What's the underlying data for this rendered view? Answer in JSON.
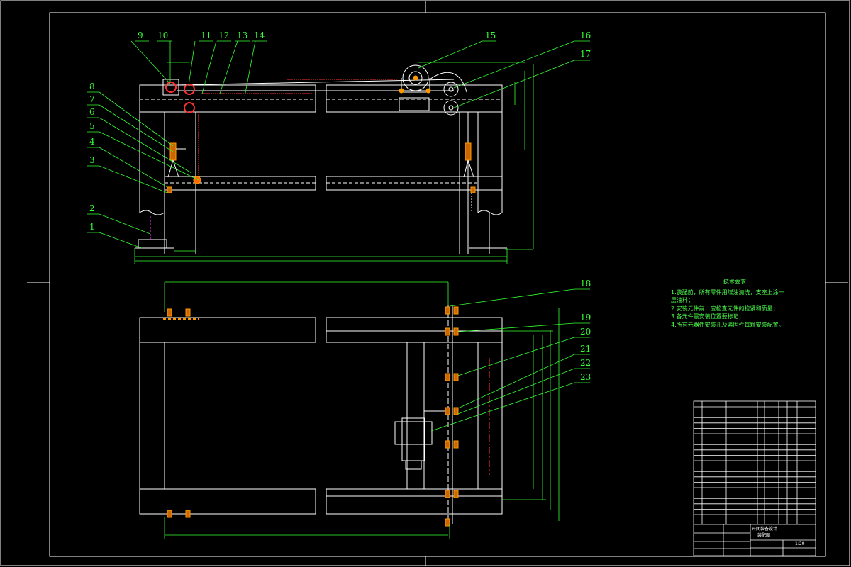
{
  "drawing": {
    "part_labels_top": [
      "9",
      "10",
      "11",
      "12",
      "13",
      "14",
      "15",
      "16",
      "17",
      "8",
      "7",
      "6",
      "5",
      "4",
      "3",
      "2",
      "1"
    ],
    "part_labels_bottom": [
      "18",
      "19",
      "20",
      "21",
      "22",
      "23"
    ],
    "colors": {
      "background": "#000000",
      "frame": "#ffffff",
      "leader": "#33ff33",
      "dimension": "#33ff33",
      "parts_red": "#ff3030",
      "parts_orange": "#ff9900",
      "parts_yellow": "#ffff00",
      "center_line": "#ff4040",
      "magenta": "#ff33ff"
    }
  },
  "tech_notes": {
    "title": "技术要求",
    "lines": [
      "1.装配前，所有零件用煤油清洗，支座上涂一",
      "层油料；",
      "2.安装元件前，应检查元件的拉紧和质量；",
      "3.各元件需安装位置要标记；",
      "4.所有元器件安装孔及紧固件每颗安装配置。"
    ]
  },
  "title_block": {
    "title_line1": "开闭装备设计",
    "title_line2": "装配图",
    "scale": "1:20"
  }
}
